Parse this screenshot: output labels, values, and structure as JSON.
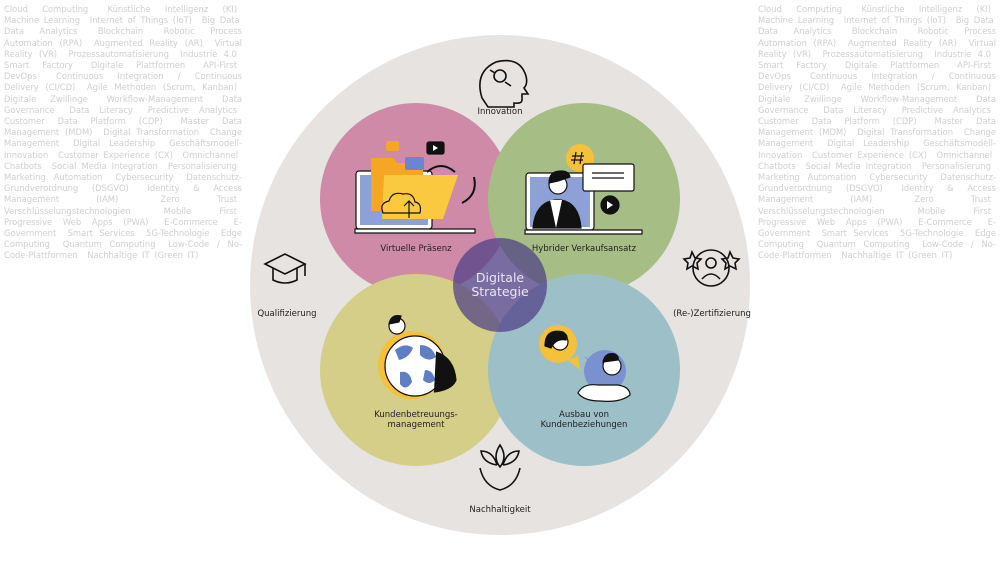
{
  "background_terms": [
    "Cloud Computing",
    "Künstliche Intelligenz (KI)",
    "Machine Learning",
    "Internet of Things (IoT)",
    "Big Data",
    "Data Analytics",
    "Blockchain",
    "Robotic Process Automation (RPA)",
    "Augmented Reality (AR)",
    "Virtual Reality (VR)",
    "Prozessautomatisierung",
    "Industrie 4.0",
    "Smart Factory",
    "Digitale Plattformen",
    "API-First",
    "DevOps",
    "Continuous Integration / Continuous Delivery (CI/CD)",
    "Agile Methoden (Scrum, Kanban)",
    "Digitale Zwillinge",
    "Workflow-Management",
    "Data Governance",
    "Data Literacy",
    "Predictive Analytics",
    "Customer Data Platform (CDP)",
    "Master Data Management (MDM)",
    "Digital Transformation",
    "Change Management",
    "Digital Leadership",
    "Geschäftsmodell-Innovation",
    "Customer Experience (CX)",
    "Omnichannel",
    "Chatbots",
    "Social Media Integration",
    "Personalisierung",
    "Marketing Automation",
    "Cybersecurity",
    "Datenschutz-Grundverordnung (DSGVO)",
    "Identity & Access Management (IAM)",
    "Zero Trust",
    "Verschlüsselungstechnologien",
    "Mobile First",
    "Progressive Web Apps (PWA)",
    "E-Commerce",
    "E-Government",
    "Smart Services",
    "5G-Technologie",
    "Edge Computing",
    "Quantum Computing",
    "Low-Code / No-Code-Plattformen",
    "Nachhaltige IT (Green IT)"
  ],
  "center": {
    "line1": "Digitale",
    "line2": "Strategie"
  },
  "quadrants": {
    "top_left": "Virtuelle Präsenz",
    "top_right": "Hybrider Verkaufsansatz",
    "bottom_left_1": "Kundenbetreuungs-",
    "bottom_left_2": "management",
    "bottom_right_1": "Ausbau von",
    "bottom_right_2": "Kundenbeziehungen"
  },
  "outer": {
    "top": "Innovation",
    "left": "Qualifizierung",
    "right": "(Re-)Zertifizierung",
    "bottom": "Nachhaltigkeit"
  },
  "colors": {
    "outer": "#e6e3e1",
    "pink": "#e59bbd",
    "green": "#b9d598",
    "yellow": "#ece89a",
    "blue": "#aed7e2",
    "purple": "#4e3f86",
    "accent": "#f7c23a"
  }
}
